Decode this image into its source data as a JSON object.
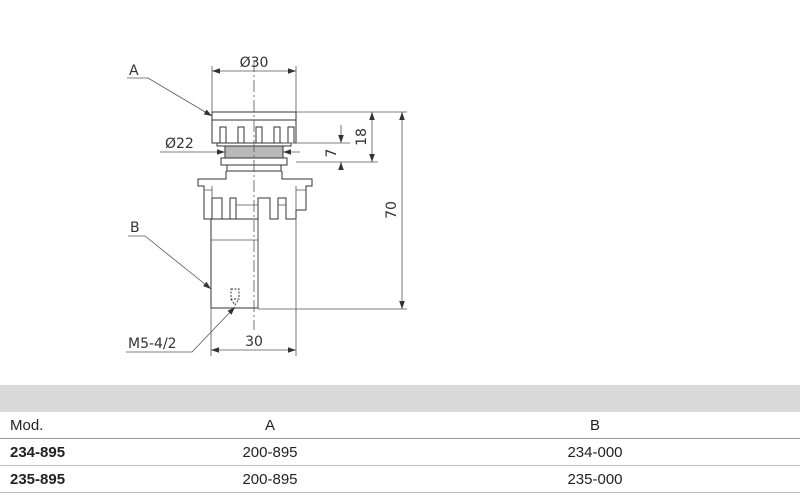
{
  "drawing": {
    "labels": {
      "a": "A",
      "b": "B",
      "diam_top": "Ø30",
      "diam_mid": "Ø22",
      "dim_18": "18",
      "dim_7": "7",
      "dim_70": "70",
      "dim_30": "30",
      "thread": "M5-4/2"
    }
  },
  "table": {
    "headers": [
      "Mod.",
      "A",
      "B"
    ],
    "rows": [
      {
        "mod": "234-895",
        "a": "200-895",
        "b": "234-000"
      },
      {
        "mod": "235-895",
        "a": "200-895",
        "b": "235-000"
      }
    ]
  }
}
